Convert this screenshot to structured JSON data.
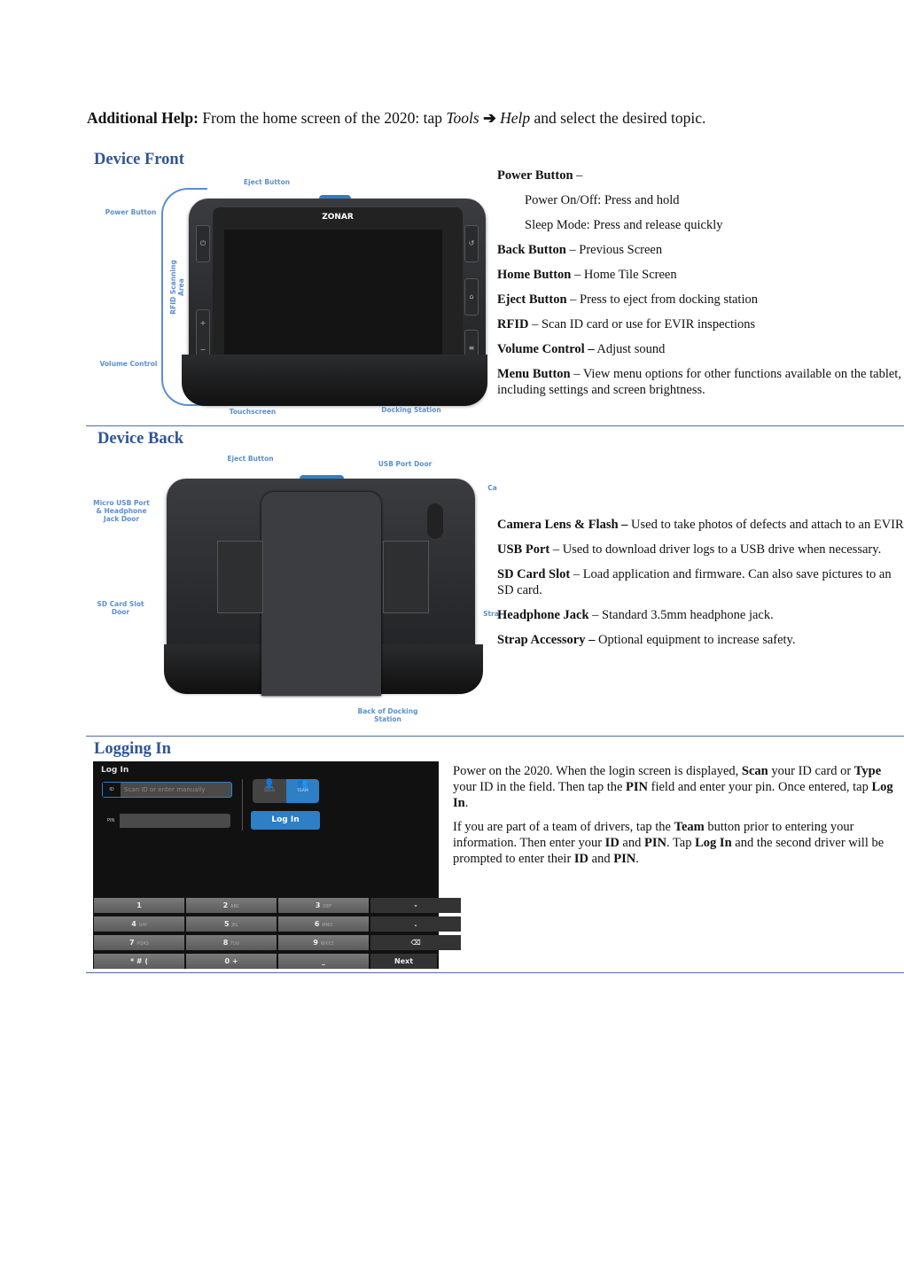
{
  "help": {
    "label": "Additional Help:",
    "text1": "From the home screen of the 2020: tap",
    "tools": "Tools",
    "arrow": "➔",
    "help": "Help",
    "text2": "and select the desired topic."
  },
  "front": {
    "title": "Device Front",
    "labels": {
      "eject": "Eject Button",
      "power": "Power Button",
      "rfid": "RFID Scanning Area",
      "volume": "Volume Control",
      "touch": "Touchscreen",
      "dock": "Docking Station",
      "logo": "ZONAR"
    },
    "items": [
      {
        "term": "Power Button",
        "text": " –"
      },
      {
        "term": "",
        "text": "Power On/Off: Press and hold"
      },
      {
        "term": "",
        "text": "Sleep Mode: Press and release quickly"
      },
      {
        "term": "Back Button",
        "text": " – Previous Screen"
      },
      {
        "term": "Home Button",
        "text": " – Home Tile Screen"
      },
      {
        "term": "Eject Button",
        "text": " – Press to eject from docking station"
      },
      {
        "term": "RFID",
        "text": " – Scan ID card or use for EVIR inspections"
      },
      {
        "term": "Volume Control –",
        "text": " Adjust sound"
      },
      {
        "term": "Menu Button",
        "text": " – View menu options for other functions available on the tablet, including settings and screen brightness."
      }
    ]
  },
  "back": {
    "title": "Device Back",
    "labels": {
      "eject": "Eject Button",
      "usb": "USB Port Door",
      "micro": "Micro USB Port & Headphone Jack  Door",
      "sd": "SD Card Slot Door",
      "dock": "Back of Docking Station",
      "camera": "Ca",
      "strap": "Stra"
    },
    "items": [
      {
        "term": "Camera Lens & Flash –",
        "text": " Used to take photos of defects and attach to an EVIR"
      },
      {
        "term": "USB Port",
        "text": " – Used to download driver logs to a USB drive when necessary."
      },
      {
        "term": "SD Card Slot",
        "text": " – Load application and firmware. Can also save pictures to an SD card."
      },
      {
        "term": "Headphone Jack",
        "text": " – Standard 3.5mm headphone jack."
      },
      {
        "term": "Strap Accessory –",
        "text": " Optional equipment to increase safety."
      }
    ]
  },
  "login": {
    "title": "Logging In",
    "screen": {
      "title": "Log In",
      "id_tag": "ID",
      "id_placeholder": "Scan ID or enter manually",
      "pin_tag": "PIN",
      "solo": "SOLO",
      "team": "TEAM",
      "login_btn": "Log In",
      "keys": [
        [
          "1",
          ""
        ],
        [
          "2",
          "ABC"
        ],
        [
          "3",
          "DEF"
        ],
        [
          "-",
          ""
        ],
        [
          "4",
          "GHI"
        ],
        [
          "5",
          "JKL"
        ],
        [
          "6",
          "MNO"
        ],
        [
          ".",
          ""
        ],
        [
          "7",
          "PQRS"
        ],
        [
          "8",
          "TUV"
        ],
        [
          "9",
          "WXYZ"
        ],
        [
          "⌫",
          ""
        ],
        [
          "* # (",
          ""
        ],
        [
          "0 +",
          ""
        ],
        [
          "_",
          ""
        ],
        [
          "Next",
          ""
        ]
      ]
    },
    "p1": [
      "Power on the 2020. When the login screen is displayed, ",
      "Scan",
      " your ID card or ",
      "Type",
      " your ID in the field. Then tap the ",
      "PIN",
      " field and enter your pin. Once entered, tap ",
      "Log In",
      "."
    ],
    "p2": [
      "If you are part of a team of drivers, tap the ",
      "Team",
      " button prior to entering your information. Then enter your ",
      "ID",
      " and ",
      "PIN",
      ". Tap ",
      "Log In",
      " and the second driver will be prompted to enter their ",
      "ID",
      " and ",
      "PIN",
      "."
    ]
  },
  "colors": {
    "heading": "#2f5496",
    "accent": "#2d7fc6",
    "label": "#5b8fd0"
  }
}
